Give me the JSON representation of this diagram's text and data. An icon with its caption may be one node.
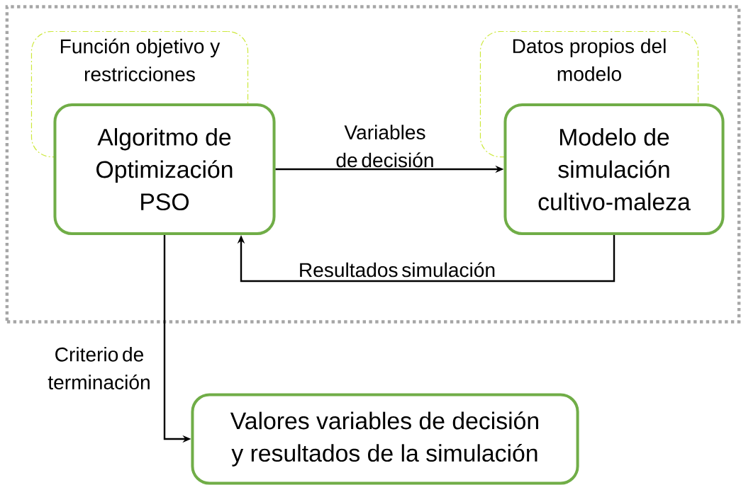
{
  "diagram": {
    "nodes": [
      {
        "text": [],
        "shape": "box"
      },
      {
        "text": [
          "Función objetivo y restricciones"
        ],
        "in": 0
      },
      {
        "text": [
          "Datos propios del modelo"
        ],
        "in": 0
      },
      {
        "text": [
          "Algoritmo de Optimización PSO"
        ],
        "in": 0
      },
      {
        "text": [
          "Modelo de simulación cultivo-maleza"
        ],
        "in": 0
      },
      {
        "text": [
          "Valores variables de decisión y resultados de la simulación"
        ]
      }
    ],
    "edges": [
      {
        "from": 3,
        "to": 4,
        "arrow": "to",
        "label": "Variables de decisión"
      },
      {
        "from": 4,
        "to": 3,
        "arrow": "to",
        "label": "Resultados simulación"
      },
      {
        "from": 3,
        "to": 5,
        "arrow": "to",
        "label": "Criterio de terminación"
      }
    ]
  }
}
